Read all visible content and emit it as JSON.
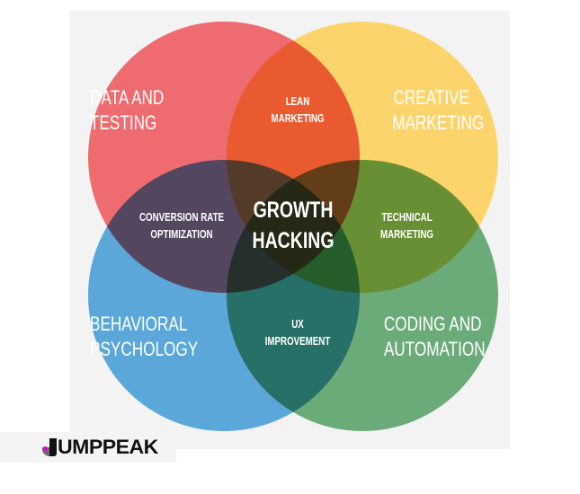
{
  "diagram": {
    "type": "venn",
    "title": "Growth Hacking",
    "circles": [
      {
        "id": "red",
        "label_line1": "DATA AND",
        "label_line2": "TESTING",
        "color": "#ee6b70"
      },
      {
        "id": "yellow",
        "label_line1": "CREATIVE",
        "label_line2": "MARKETING",
        "color": "#fbd56c"
      },
      {
        "id": "blue",
        "label_line1": "BEHAVIORAL",
        "label_line2": "PSYCHOLOGY",
        "color": "#5ba7da"
      },
      {
        "id": "green",
        "label_line1": "CODING AND",
        "label_line2": "AUTOMATION",
        "color": "#6bab7a"
      }
    ],
    "overlaps": {
      "red_yellow": {
        "line1": "LEAN",
        "line2": "MARKETING"
      },
      "red_blue": {
        "line1": "CONVERSION RATE",
        "line2": "OPTIMIZATION"
      },
      "yellow_green": {
        "line1": "TECHNICAL",
        "line2": "MARKETING"
      },
      "blue_green": {
        "line1": "UX",
        "line2": "IMPROVEMENT"
      },
      "center": {
        "line1": "GROWTH",
        "line2": "HACKING"
      }
    }
  },
  "brand": {
    "logo_text": "UMPPEAK",
    "logo_accent_color": "#e000e0"
  }
}
